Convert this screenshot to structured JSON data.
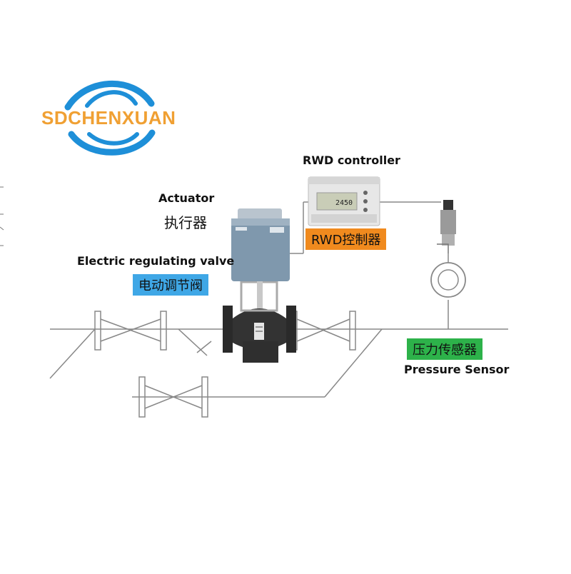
{
  "brand": {
    "name": "SDCHENXUAN",
    "text_color": "#F0A033",
    "swoosh_color": "#1E8FD8"
  },
  "labels": {
    "actuator_en": "Actuator",
    "actuator_cn": "执行器",
    "valve_en": "Electric regulating valve",
    "valve_cn": "电动调节阀",
    "controller_en": "RWD controller",
    "controller_cn": "RWD控制器",
    "sensor_cn": "压力传感器",
    "sensor_en": "Pressure Sensor"
  },
  "tag_colors": {
    "valve": "#3FA7E6",
    "controller": "#F08A1E",
    "sensor": "#2DB24A"
  },
  "controller_display": {
    "reading": "2450"
  }
}
